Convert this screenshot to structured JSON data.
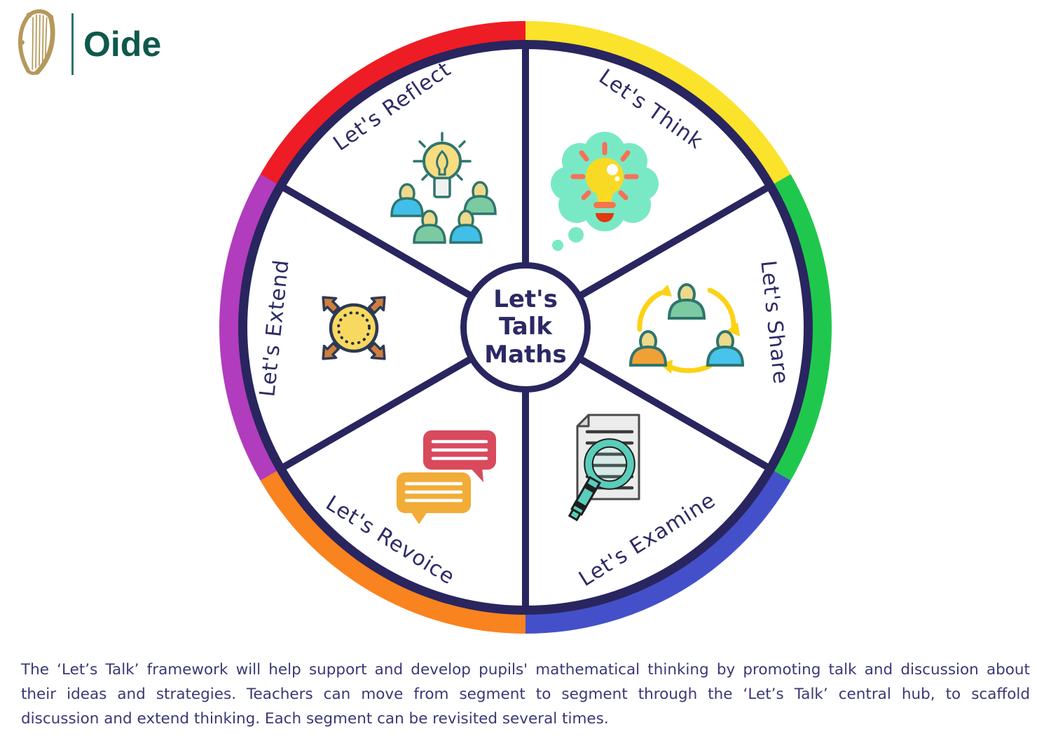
{
  "logo": {
    "brand": "Oide",
    "brand_color": "#0d594c",
    "harp_color": "#b5995b"
  },
  "wheel": {
    "hub": {
      "line1": "Let's",
      "line2": "Talk",
      "line3": "Maths"
    },
    "segments": [
      {
        "label": "Let's Reflect",
        "rim_color": "#ee1c24",
        "icon": "group-lightbulb-icon"
      },
      {
        "label": "Let's Think",
        "rim_color": "#fbe22b",
        "icon": "thought-bubble-lightbulb-icon"
      },
      {
        "label": "Let's Share",
        "rim_color": "#1fc84c",
        "icon": "people-cycle-arrows-icon"
      },
      {
        "label": "Let's Examine",
        "rim_color": "#4450c9",
        "icon": "document-magnifier-icon"
      },
      {
        "label": "Let's Revoice",
        "rim_color": "#f8831f",
        "icon": "speech-bubbles-icon"
      },
      {
        "label": "Let's Extend",
        "rim_color": "#b13cbd",
        "icon": "expand-arrows-icon"
      }
    ],
    "line_color": "#29255f"
  },
  "description": {
    "lines": [
      "The ‘Let’s Talk’ framework will help support and develop pupils' mathematical thinking by promoting talk and discussion about",
      "their ideas and strategies. Teachers can move from segment to segment through the ‘Let’s Talk’ central hub, to scaffold",
      "discussion and extend thinking. Each segment can be revisited several times."
    ],
    "text": "The ‘Let’s Talk’ framework will help support and develop pupils' mathematical thinking by promoting talk and discussion about their ideas and strategies. Teachers can move from segment to segment through the ‘Let’s Talk’ central hub, to scaffold discussion and extend thinking. Each segment can be revisited several times."
  }
}
